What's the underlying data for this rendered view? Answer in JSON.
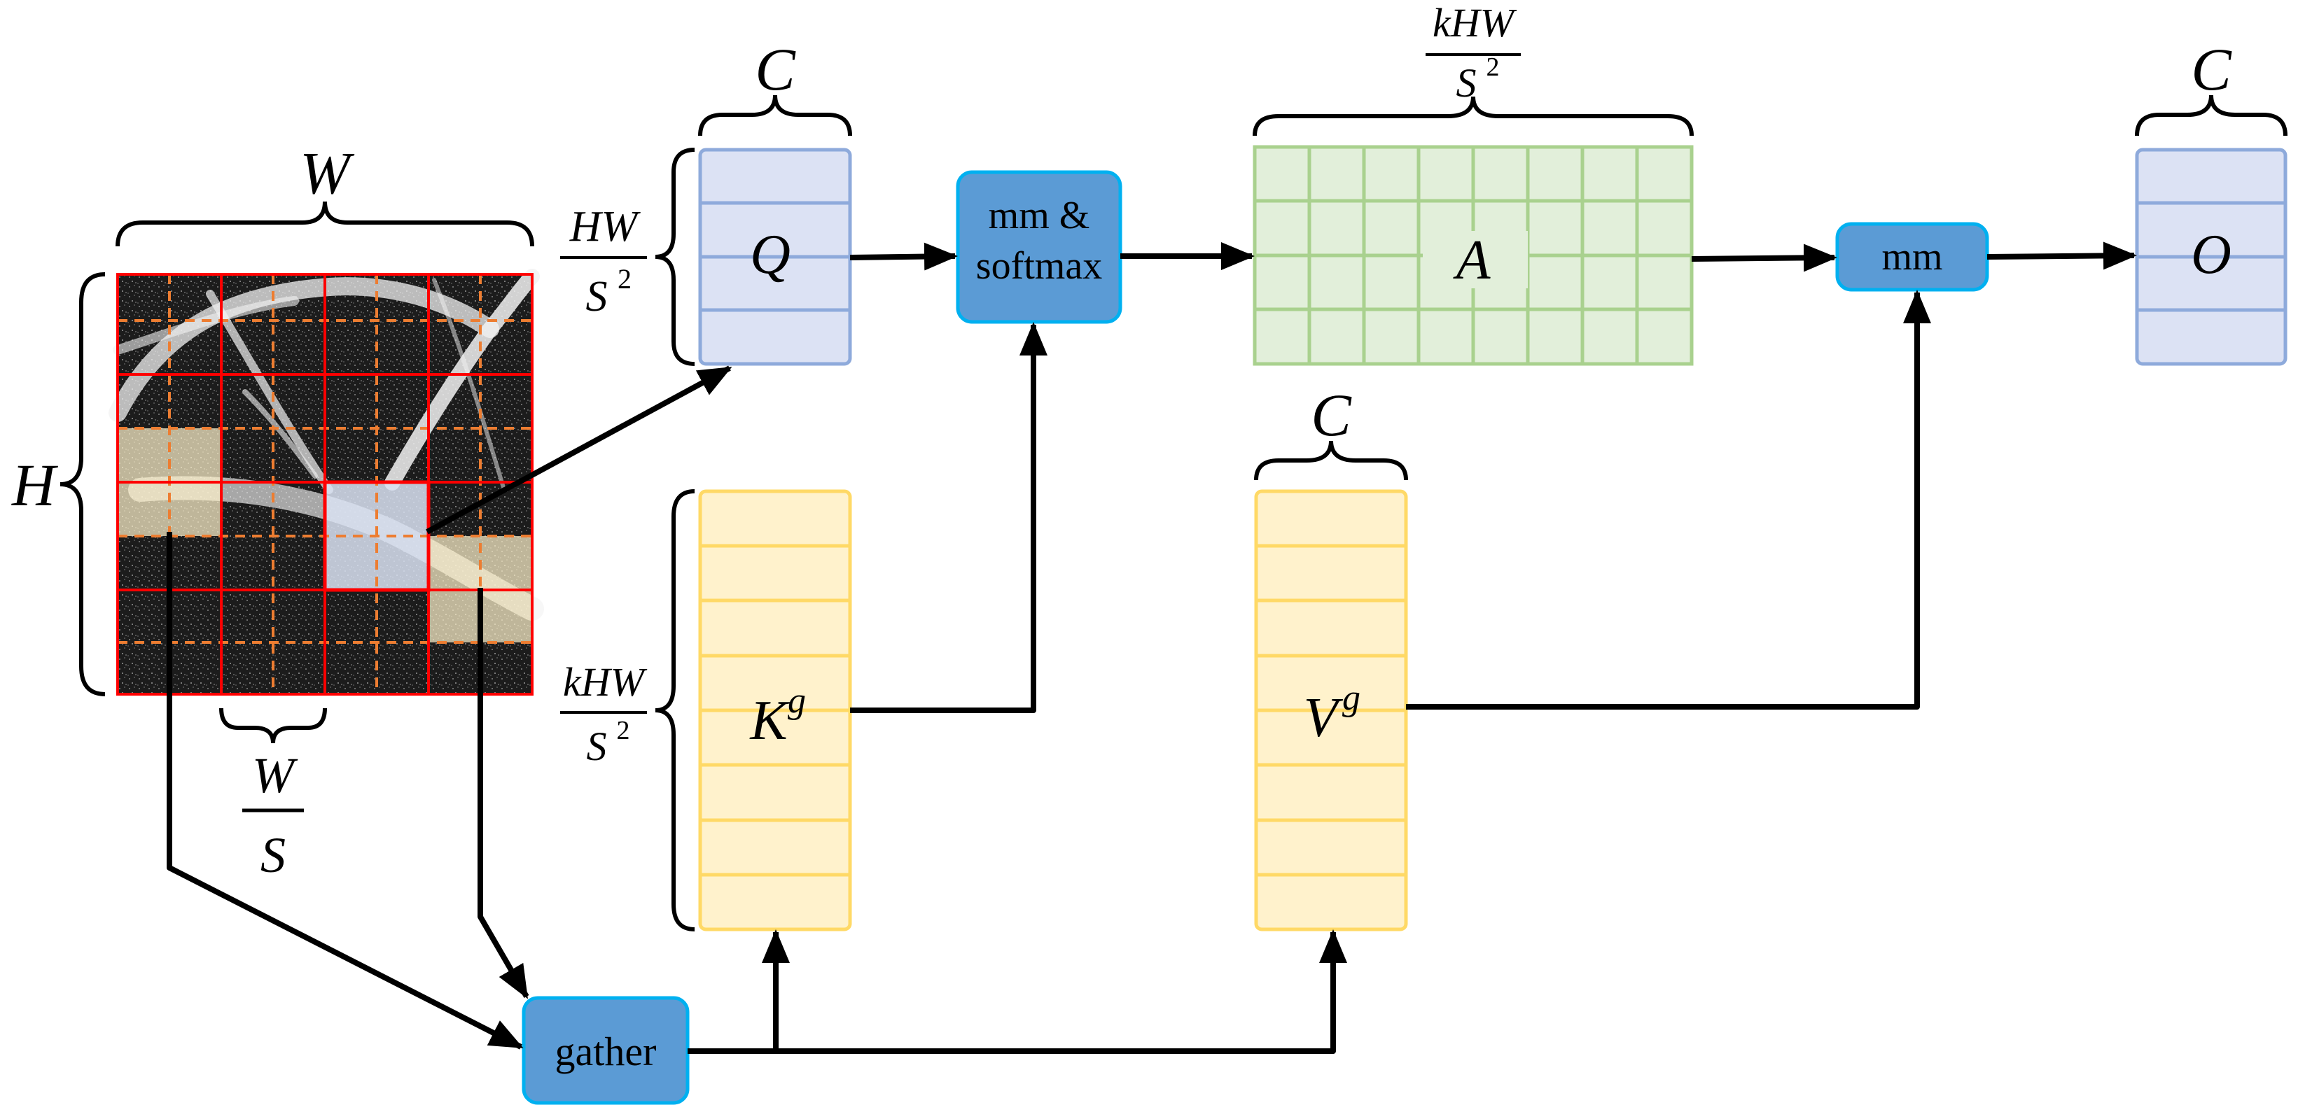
{
  "colors": {
    "query_fill": "#dce2f4",
    "query_stroke": "#8eaadb",
    "attn_fill": "#e2efda",
    "attn_stroke": "#a9d18e",
    "kv_fill": "#fff2cc",
    "kv_stroke": "#ffd966",
    "op_fill": "#5b9bd5",
    "op_stroke": "#00b0f0",
    "grid_red": "#ff0000",
    "grid_orange": "#ed7d31",
    "highlight_yellow": "#fff2cc",
    "highlight_blue": "#dae3f3"
  },
  "feature_map": {
    "width_label": "W",
    "height_label": "H",
    "region_label": {
      "num": "W",
      "den": "S"
    }
  },
  "labels": {
    "q_rows": {
      "num": "HW",
      "den": "S",
      "den_sup": "2"
    },
    "kv_rows": {
      "num": "kHW",
      "den": "S",
      "den_sup": "2"
    },
    "a_cols": {
      "num": "kHW",
      "den": "S",
      "den_sup": "2"
    },
    "q_channels": "C",
    "v_channels": "C",
    "o_channels": "C"
  },
  "tensors": {
    "q": {
      "label": "Q"
    },
    "a": {
      "label": "A"
    },
    "k": {
      "label": "K",
      "sup": "g"
    },
    "v": {
      "label": "V",
      "sup": "g"
    },
    "o": {
      "label": "O"
    }
  },
  "ops": {
    "mm_softmax": {
      "line1": "mm &",
      "line2": "softmax"
    },
    "mm": {
      "label": "mm"
    },
    "gather": {
      "label": "gather"
    }
  }
}
